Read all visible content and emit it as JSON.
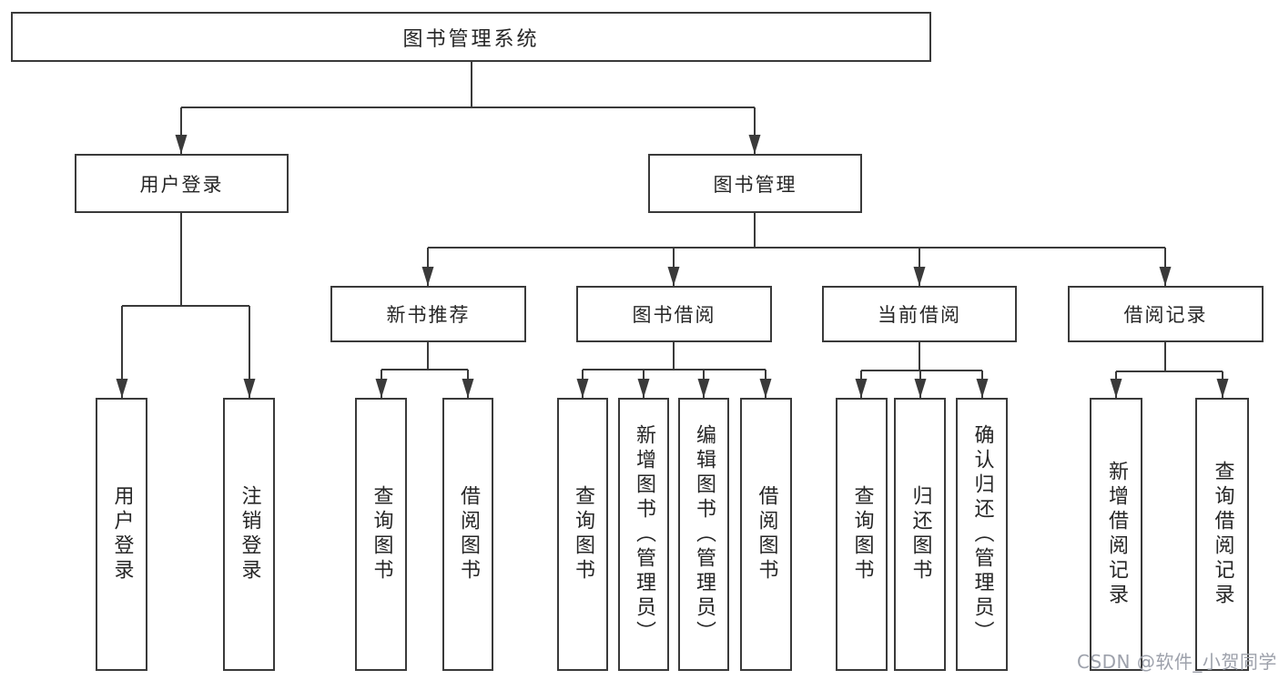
{
  "diagram_title": "图书管理系统",
  "colors": {
    "line": "#3a3a3a",
    "text": "#262626",
    "watermark": "#9da1ab"
  },
  "tree": {
    "root": {
      "label": "图书管理系统"
    },
    "branches": [
      {
        "label": "用户登录",
        "children": [
          {
            "label": "用户登录"
          },
          {
            "label": "注销登录"
          }
        ]
      },
      {
        "label": "图书管理",
        "groups": [
          {
            "label": "新书推荐",
            "children": [
              {
                "label": "查询图书"
              },
              {
                "label": "借阅图书"
              }
            ]
          },
          {
            "label": "图书借阅",
            "children": [
              {
                "label": "查询图书"
              },
              {
                "label": "新增图书（管理员）"
              },
              {
                "label": "编辑图书（管理员）"
              },
              {
                "label": "借阅图书"
              }
            ]
          },
          {
            "label": "当前借阅",
            "children": [
              {
                "label": "查询图书"
              },
              {
                "label": "归还图书"
              },
              {
                "label": "确认归还（管理员）"
              }
            ]
          },
          {
            "label": "借阅记录",
            "children": [
              {
                "label": "新增借阅记录"
              },
              {
                "label": "查询借阅记录"
              }
            ]
          }
        ]
      }
    ]
  },
  "watermark": {
    "text": "CSDN @软件_小贺同学"
  }
}
